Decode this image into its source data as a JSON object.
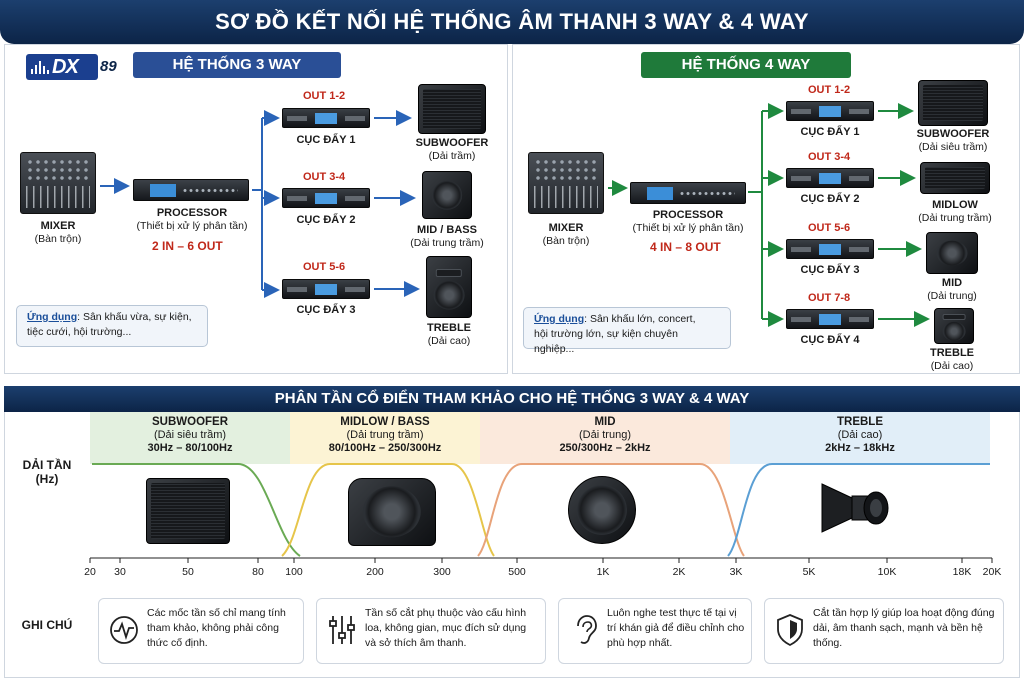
{
  "header": {
    "title": "SƠ ĐỒ KẾT NỐI HỆ THỐNG ÂM THANH 3 WAY & 4 WAY"
  },
  "logo": {
    "text": "DX",
    "number": "89"
  },
  "colors": {
    "navy": "#0c2447",
    "blue": "#2a4f96",
    "green": "#1f7a3a",
    "red": "#c0281a"
  },
  "system3": {
    "title": "HỆ THỐNG 3 WAY",
    "mixer": {
      "name": "MIXER",
      "sub": "(Bàn trộn)"
    },
    "processor": {
      "name": "PROCESSOR",
      "sub": "(Thiết bị xử lý phân tần)",
      "spec": "2 IN – 6 OUT"
    },
    "amps": [
      {
        "out": "OUT 1-2",
        "name": "CỤC ĐẨY 1"
      },
      {
        "out": "OUT 3-4",
        "name": "CỤC ĐẨY 2"
      },
      {
        "out": "OUT 5-6",
        "name": "CỤC ĐẨY 3"
      }
    ],
    "speakers": [
      {
        "name": "SUBWOOFER",
        "sub": "(Dải trầm)"
      },
      {
        "name": "MID / BASS",
        "sub": "(Dải trung trầm)"
      },
      {
        "name": "TREBLE",
        "sub": "(Dải cao)"
      }
    ],
    "app_label": "Ứng dụng",
    "app_line1": ": Sân khấu vừa, sự kiện,",
    "app_line2": "tiệc cưới, hội trường..."
  },
  "system4": {
    "title": "HỆ THỐNG 4 WAY",
    "mixer": {
      "name": "MIXER",
      "sub": "(Bàn trộn)"
    },
    "processor": {
      "name": "PROCESSOR",
      "sub": "(Thiết bị xử lý phân tần)",
      "spec": "4 IN – 8 OUT"
    },
    "amps": [
      {
        "out": "OUT 1-2",
        "name": "CỤC ĐẨY 1"
      },
      {
        "out": "OUT 3-4",
        "name": "CỤC ĐẨY 2"
      },
      {
        "out": "OUT 5-6",
        "name": "CỤC ĐẨY 3"
      },
      {
        "out": "OUT 7-8",
        "name": "CỤC ĐẨY 4"
      }
    ],
    "speakers": [
      {
        "name": "SUBWOOFER",
        "sub": "(Dải siêu trầm)"
      },
      {
        "name": "MIDLOW",
        "sub": "(Dải trung trầm)"
      },
      {
        "name": "MID",
        "sub": "(Dải trung)"
      },
      {
        "name": "TREBLE",
        "sub": "(Dải cao)"
      }
    ],
    "app_label": "Ứng dụng",
    "app_line1": ": Sân khấu lớn, concert,",
    "app_line2": "hội trường lớn, sự kiện chuyên nghiệp..."
  },
  "crossover": {
    "title": "PHÂN TẦN CỔ ĐIỂN THAM KHẢO CHO HỆ THỐNG 3 WAY & 4 WAY",
    "row_label_1": "DẢI TẦN",
    "row_label_2": "(Hz)",
    "bands": [
      {
        "name": "SUBWOOFER",
        "sub": "(Dải siêu trầm)",
        "range": "30Hz – 80/100Hz"
      },
      {
        "name": "MIDLOW / BASS",
        "sub": "(Dải trung trầm)",
        "range": "80/100Hz – 250/300Hz"
      },
      {
        "name": "MID",
        "sub": "(Dải trung)",
        "range": "250/300Hz – 2kHz"
      },
      {
        "name": "TREBLE",
        "sub": "(Dải cao)",
        "range": "2kHz – 18kHz"
      }
    ],
    "axis_ticks": [
      "20",
      "30",
      "50",
      "80",
      "100",
      "200",
      "300",
      "500",
      "1K",
      "2K",
      "3K",
      "5K",
      "10K",
      "18K",
      "20K"
    ]
  },
  "notes": {
    "label": "GHI CHÚ",
    "items": [
      {
        "icon": "waveform-icon",
        "text": "Các mốc tần số chỉ mang tính tham khảo, không phải công thức cố định."
      },
      {
        "icon": "sliders-icon",
        "text": "Tần số cắt phụ thuộc vào cấu hình loa, không gian, mục đích sử dụng và sở thích âm thanh."
      },
      {
        "icon": "ear-icon",
        "text": "Luôn nghe test thực tế tại vị trí khán giả để điều chỉnh cho phù hợp nhất."
      },
      {
        "icon": "shield-icon",
        "text": "Cắt tần hợp lý giúp loa hoạt động đúng dải, âm thanh sạch, mạnh và bền hệ thống."
      }
    ]
  }
}
